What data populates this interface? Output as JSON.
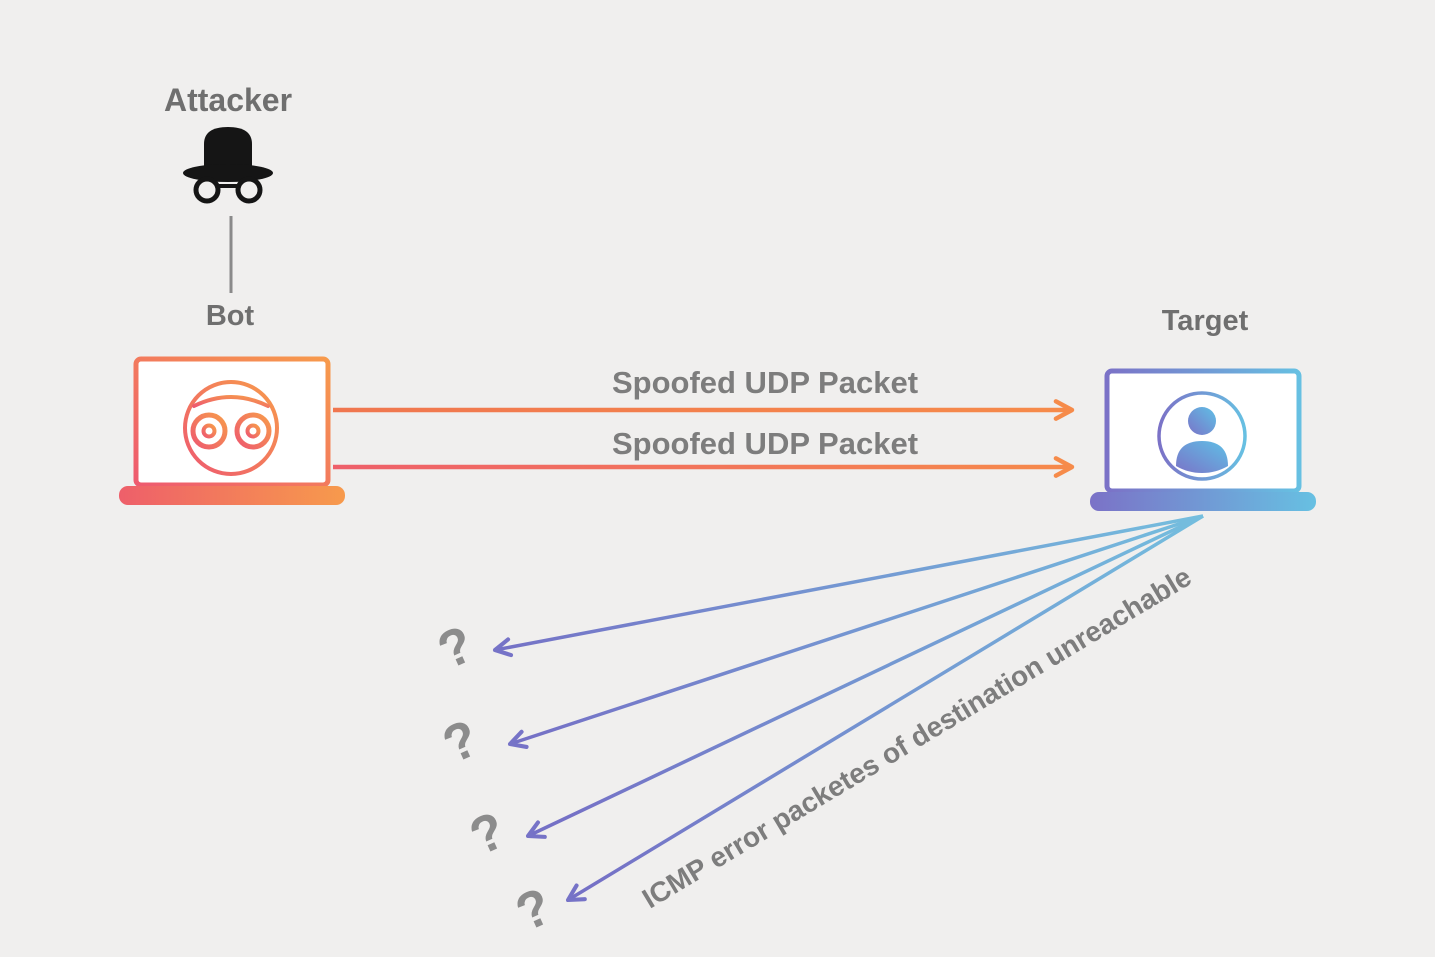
{
  "title": "UDP flood attack diagram",
  "colors": {
    "background": "#f0efee",
    "orange_gradient_start": "#ee5a6f",
    "orange_gradient_end": "#f79a4c",
    "blue_gradient_start": "#7571c6",
    "blue_gradient_end": "#74bede",
    "text_gray": "#7d7d7d",
    "line_gray": "#8a8a8a"
  },
  "nodes": {
    "attacker": {
      "label": "Attacker"
    },
    "bot": {
      "label": "Bot"
    },
    "target": {
      "label": "Target"
    }
  },
  "messages": {
    "udp_packet_1": "Spoofed UDP Packet",
    "udp_packet_2": "Spoofed UDP Packet",
    "icmp_error": "ICMP error packetes of destination unreachable"
  },
  "question_marks": [
    "?",
    "?",
    "?",
    "?"
  ]
}
